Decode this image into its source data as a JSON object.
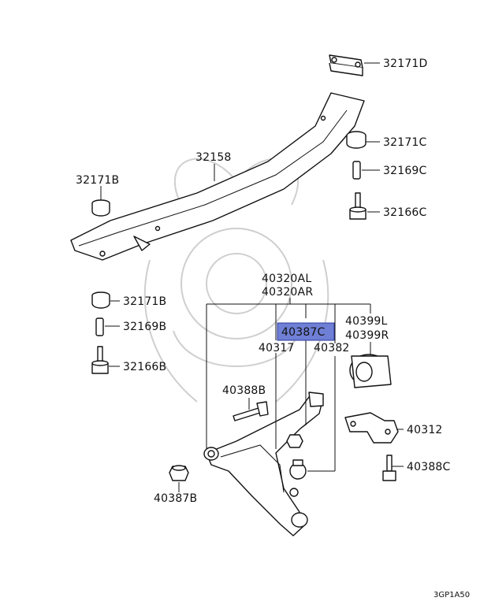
{
  "diagram": {
    "labels": {
      "p32171D": "32171D",
      "p32171C": "32171C",
      "p32169C": "32169C",
      "p32166C": "32166C",
      "p32158": "32158",
      "p32171B_top": "32171B",
      "p32171B": "32171B",
      "p32169B": "32169B",
      "p32166B": "32166B",
      "p40320AL": "40320AL",
      "p40320AR": "40320AR",
      "p40387C": "40387C",
      "p40399L": "40399L",
      "p40399R": "40399R",
      "p40317": "40317",
      "p40382": "40382",
      "p40388B": "40388B",
      "p40312": "40312",
      "p40388C": "40388C",
      "p40387B": "40387B",
      "code": "3GP1A50"
    },
    "highlight_color": "#6f7fd6"
  }
}
